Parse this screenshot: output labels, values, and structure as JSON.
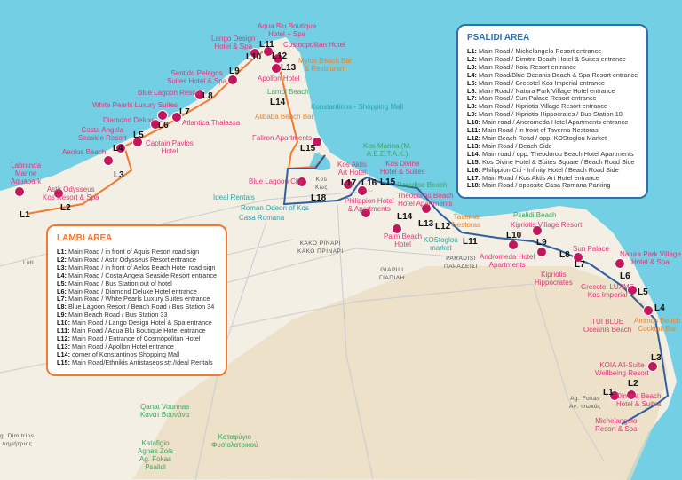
{
  "colors": {
    "lambi_route": "#f07a34",
    "psalidi_route": "#2f5f9e",
    "sea": "#72cfe4",
    "land": "#f2efe6",
    "hotel_marker": "#c2185b"
  },
  "psalidi": {
    "title": "PSALIDI AREA",
    "stops": [
      {
        "code": "L1:",
        "desc": "Main Road / Michelangelo Resort entrance"
      },
      {
        "code": "L2:",
        "desc": "Main Road / Dimitra Beach Hotel & Suites entrance"
      },
      {
        "code": "L3:",
        "desc": "Main Road / Koia Resort entrance"
      },
      {
        "code": "L4:",
        "desc": "Main Road/Blue Oceanis Beach & Spa Resort entrance"
      },
      {
        "code": "L5:",
        "desc": "Main Road / Grecotel Kos Imperial entrance"
      },
      {
        "code": "L6:",
        "desc": "Main Road / Natura Park Village Hotel entrance"
      },
      {
        "code": "L7:",
        "desc": "Main Road  / Sun Palace Resort entrance"
      },
      {
        "code": "L8:",
        "desc": "Main Road / Kipriotis Village Resort entrance"
      },
      {
        "code": "L9:",
        "desc": "Main Road / Kipriotis Hippocrates / Bus Station 10"
      },
      {
        "code": "L10:",
        "desc": "Main road / Andromeda Hotel Apartments entrance"
      },
      {
        "code": "L11:",
        "desc": "Main Road / in front of Taverna Nestoras"
      },
      {
        "code": "L12:",
        "desc": "Main Beach Road / opp. KOStoglou Market"
      },
      {
        "code": "L13:",
        "desc": "Main Road / Beach Side"
      },
      {
        "code": "L14:",
        "desc": "Main road / opp. Theodorou Beach Hotel Apartments"
      },
      {
        "code": "L15:",
        "desc": "Kos Divine Hotel & Suites Square / Beach Road Side"
      },
      {
        "code": "L16:",
        "desc": "Philippion Citi - Infinity Hotel / Beach Road Side"
      },
      {
        "code": "L17:",
        "desc": "Main Road / Kos Aktis Art Hotel entrance"
      },
      {
        "code": "L18:",
        "desc": "Main Road / opposite Casa Romana Parking"
      }
    ]
  },
  "lambi": {
    "title": "LAMBI AREA",
    "stops": [
      {
        "code": "L1:",
        "desc": "Main Road / in front of Aquis Resort road sign"
      },
      {
        "code": "L2:",
        "desc": "Main Road / Astir Odysseus Resort entrance"
      },
      {
        "code": "L3:",
        "desc": "Main Road / in front of Aelos Beach Hotel road sign"
      },
      {
        "code": "L4:",
        "desc": "Main Road / Costa Angela Seaside Resort entrance"
      },
      {
        "code": "L5:",
        "desc": "Main Road / Bus Station out of hotel"
      },
      {
        "code": "L6:",
        "desc": "Main Road / Diamond Deluxe Hotel entrance"
      },
      {
        "code": "L7:",
        "desc": "Main Road / White Pearls Luxury Suites entrance"
      },
      {
        "code": "L8:",
        "desc": "Blue Lagoon Resort / Beach Road / Bus Station 34"
      },
      {
        "code": "L9:",
        "desc": "Main Beach Road / Bus Station 33"
      },
      {
        "code": "L10:",
        "desc": "Main Road / Lango Design Hotel & Spa entrance"
      },
      {
        "code": "L11:",
        "desc": "Main Road / Aqua Blu Boutique Hotel entrance"
      },
      {
        "code": "L12:",
        "desc": "Main Road / Entrance of Cosmopolitan Hotel"
      },
      {
        "code": "L13:",
        "desc": "Main Road / Apollon Hotel entrance"
      },
      {
        "code": "L14:",
        "desc": "corner of Konstantinos Shopping Mall"
      },
      {
        "code": "L15:",
        "desc": "Main Road/Ethnikis Antistaseos str./Ideal Rentals"
      }
    ]
  },
  "map_labels": {
    "lambi_stops": [
      "L1",
      "L2",
      "L3",
      "L4",
      "L5",
      "L6",
      "L7",
      "L8",
      "L9",
      "L10",
      "L11",
      "L12",
      "L13",
      "L14",
      "L15"
    ],
    "psalidi_stops": [
      "L1",
      "L2",
      "L3",
      "L4",
      "L5",
      "L6",
      "L7",
      "L8",
      "L9",
      "L10",
      "L11",
      "L12",
      "L13",
      "L14",
      "L15",
      "L16",
      "L17",
      "L18"
    ],
    "places": [
      "Labranda\nMarine\nAquapark",
      "Astir Odysseus\nKos Resort & Spa",
      "Aeolos Beach",
      "Costa Angela\nSeaside Resort",
      "Captain Pavlos\nHotel",
      "Diamond Deluxe",
      "White Pearls Luxury Suites",
      "Atlantica Thalassa",
      "Blue Lagoon Resort",
      "Sentido Pelagos\nSuites Hotel & Spa",
      "Lango Design\nHotel & Spa",
      "Aqua Blu Boutique\nHotel + Spa",
      "Cosmopolitan Hotel",
      "Apollon Hotel",
      "Faliron Apartments",
      "Blue Lagoon City",
      "Kos Aktis\nArt Hotel",
      "Kos Divine\nHotel & Suites",
      "Philippion Hotel\n& Apartments",
      "Theodorou Beach\nHotel Apartments",
      "Palm Beach\nHotel",
      "Andromeda Hotel\nApartments",
      "Kipriotis\nHippocrates",
      "Kipriotis Village Resort",
      "Sun Palace",
      "Natura Park Village\nHotel & Spa",
      "Grecotel LUXME\nKos Imperial",
      "TUI BLUE\nOceanis Beach",
      "KOIA All-Suite\nWellbeing Resort",
      "Dimitra Beach\nHotel & Suites",
      "Michelangelo\nResort & Spa"
    ],
    "teal_places": [
      "Ideal Rentals",
      "Roman Odeon of Kos",
      "Casa Romana",
      "KOStoglou\nmarket",
      "Konstantinos - Shopping Mall"
    ],
    "orange_places": [
      "Mylos Beach Bar\n& Restaurant",
      "Alibaba Beach Bar",
      "Taverna\nNestoras",
      "Ammos Beach\nCocktail Bar"
    ],
    "green_places": [
      "Lambi Beach",
      "Kos Marina (M.\nΑ.Ε.Ε.Τ.Α.Κ.)",
      "Paradise Beach",
      "Psalidi Beach",
      "Katafigio\nAgnas Zois\nAg. Fokas\nPsalidi",
      "Καταφύγιο\nΦυσιολατρικού",
      "Qanat Vounnas\nΚανάτ Βουνάνα"
    ],
    "areas": [
      "Kos\nΚως",
      "ΚΑΚΟ ΡΙΝΑΡΙ\nΚΑΚΟ ΠΡΙΝΑΡΙ",
      "PARADISI\nΠΑΡΑΔΕΙΣΙ",
      "GIAPILI\nΓΙΑΠΙΛΗ",
      "Ag. Fokas\nΑγ. Φωκάς",
      "g. Dimitrios\nΔημήτριος",
      "Lidl"
    ]
  }
}
